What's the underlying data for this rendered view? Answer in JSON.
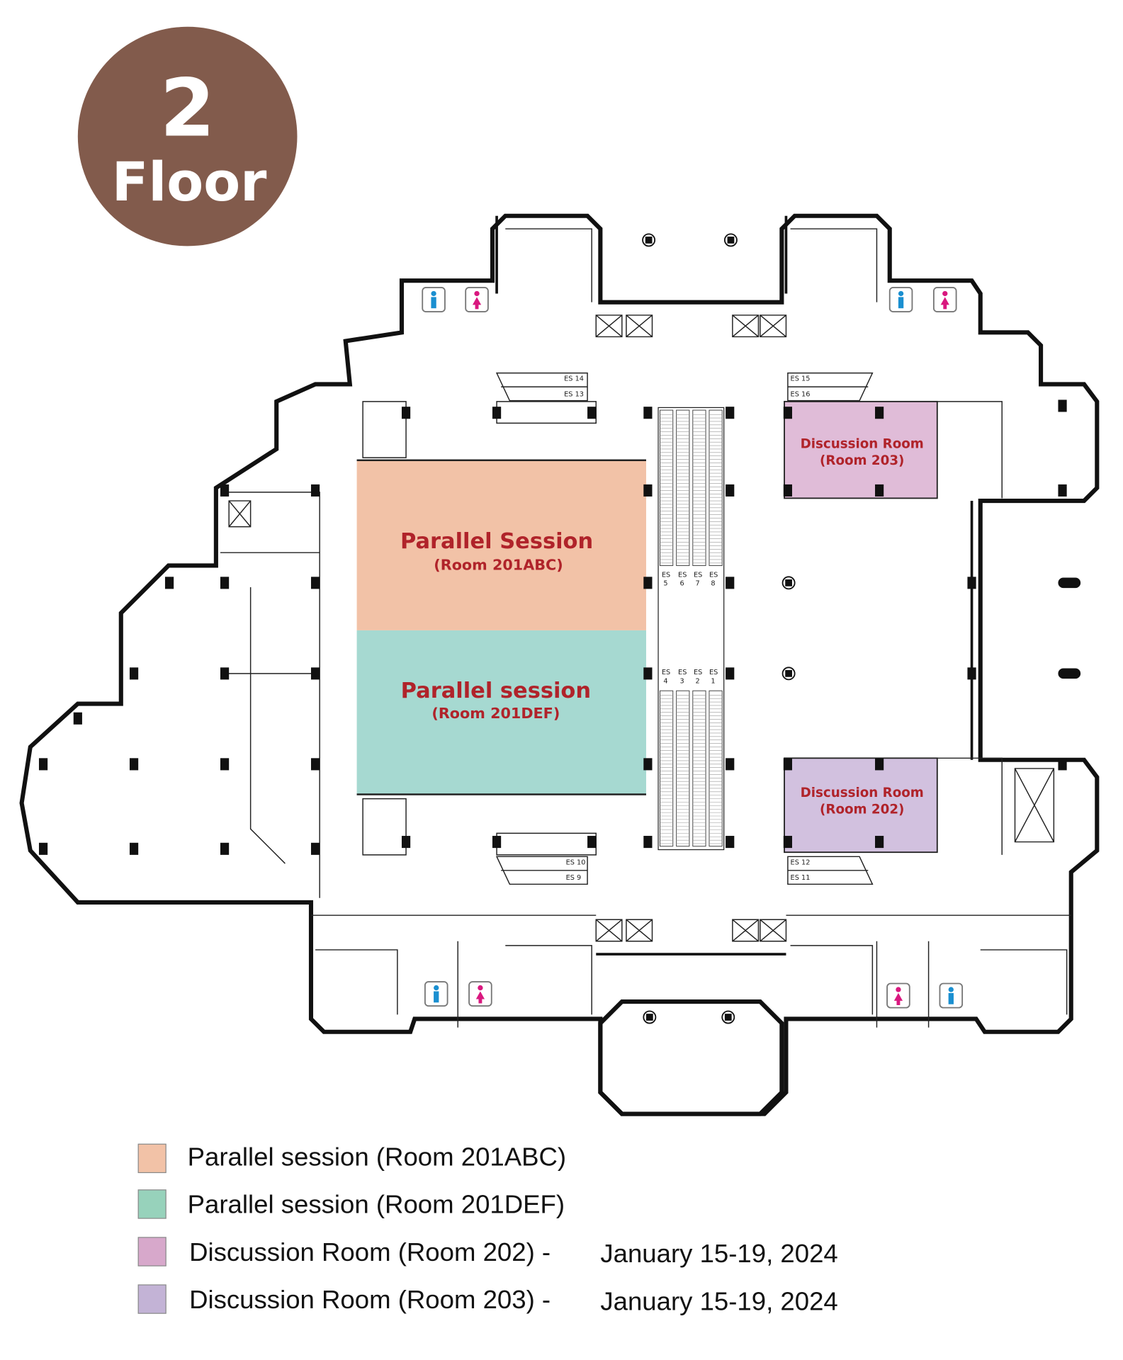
{
  "floor_badge": {
    "number": "2",
    "label": "Floor",
    "color": "#825b4c"
  },
  "rooms": {
    "r201abc": {
      "title": "Parallel Session",
      "subtitle": "(Room 201ABC)",
      "color": "#f2c2a7"
    },
    "r201def": {
      "title": "Parallel session",
      "subtitle": "(Room 201DEF)",
      "color": "#a6d9d1"
    },
    "r203": {
      "title": "Discussion Room",
      "subtitle": "(Room 203)",
      "color": "#e0bcd8"
    },
    "r202": {
      "title": "Discussion Room",
      "subtitle": "(Room 202)",
      "color": "#d2c1df"
    }
  },
  "escalators": {
    "top_left": [
      "ES 14",
      "ES 13"
    ],
    "top_right": [
      "ES 15",
      "ES 16"
    ],
    "bottom_left": [
      "ES 10",
      "ES 9"
    ],
    "bottom_right": [
      "ES 12",
      "ES 11"
    ],
    "center_upper": [
      [
        "ES",
        "5"
      ],
      [
        "ES",
        "6"
      ],
      [
        "ES",
        "7"
      ],
      [
        "ES",
        "8"
      ]
    ],
    "center_lower": [
      [
        "ES",
        "4"
      ],
      [
        "ES",
        "3"
      ],
      [
        "ES",
        "2"
      ],
      [
        "ES",
        "1"
      ]
    ]
  },
  "text_color": "#b0232a",
  "legend": [
    {
      "label": "Parallel session (Room 201ABC)",
      "date": "",
      "color": "#f2c2a7"
    },
    {
      "label": "Parallel session (Room 201DEF)",
      "date": "",
      "color": "#97d2bb"
    },
    {
      "label": "Discussion Room (Room 202) -",
      "date": "January 15-19, 2024",
      "color": "#d7a8cb"
    },
    {
      "label": "Discussion Room (Room 203) -",
      "date": "January 15-19, 2024",
      "color": "#c3b3d6"
    }
  ]
}
